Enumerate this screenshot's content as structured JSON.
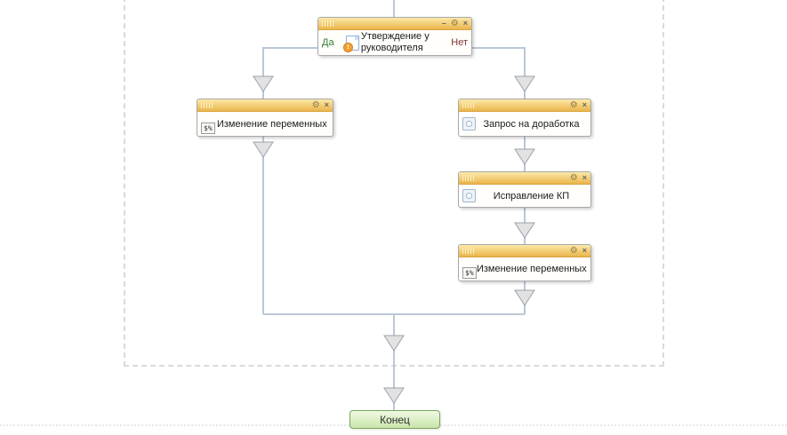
{
  "diagram": {
    "decision": {
      "title": "Утверждение у руководителя",
      "yes_label": "Да",
      "no_label": "Нет"
    },
    "tasks": [
      {
        "title": "Изменение переменных",
        "icon": "variables-icon"
      },
      {
        "title": "Запрос на доработка",
        "icon": "action-icon"
      },
      {
        "title": "Исправление КП",
        "icon": "action-icon"
      },
      {
        "title": "Изменение переменных",
        "icon": "variables-icon"
      }
    ],
    "end": {
      "label": "Конец"
    },
    "icons": {
      "gear_glyph": "⚙",
      "close_glyph": "×",
      "minimize_glyph": "–",
      "variables_glyph": "$%",
      "decision_badge_glyph": "!"
    },
    "colors": {
      "titlebar_top": "#fce9a8",
      "titlebar_bottom": "#eab54b",
      "connector": "#bac7d7",
      "arrowhead": "#e2e2e2",
      "yes_label": "#2e7d2e",
      "no_label": "#7e3333",
      "end_fill": "#c9e5aa",
      "end_border": "#79a65a",
      "region_dash": "#dadada"
    }
  }
}
